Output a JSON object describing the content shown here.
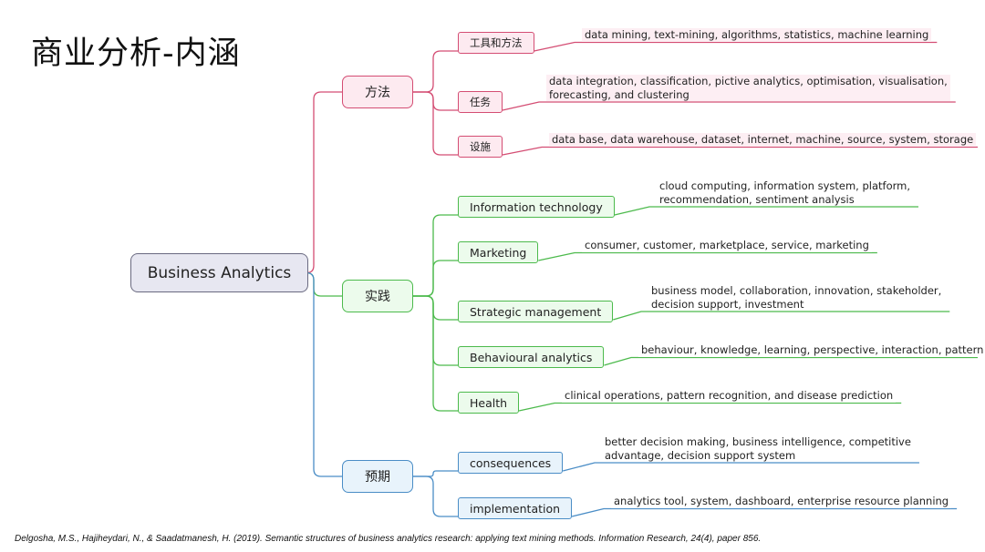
{
  "title": "商业分析-内涵",
  "root": "Business Analytics",
  "branches": [
    {
      "label": "方法",
      "color": "#d44d73",
      "items": [
        {
          "label": "工具和方法",
          "detail": [
            "data mining, text-mining, algorithms, statistics, machine learning"
          ]
        },
        {
          "label": "任务",
          "detail": [
            "data integration, classification, pictive analytics, optimisation, visualisation,",
            "forecasting, and clustering"
          ]
        },
        {
          "label": "设施",
          "detail": [
            "data base, data warehouse, dataset, internet, machine, source, system, storage"
          ]
        }
      ]
    },
    {
      "label": "实践",
      "color": "#4cba4c",
      "items": [
        {
          "label": "Information technology",
          "detail": [
            "cloud computing, information system, platform,",
            "recommendation, sentiment analysis"
          ]
        },
        {
          "label": "Marketing",
          "detail": [
            "consumer, customer, marketplace, service, marketing"
          ]
        },
        {
          "label": "Strategic management",
          "detail": [
            "business model, collaboration, innovation, stakeholder,",
            "decision support, investment"
          ]
        },
        {
          "label": "Behavioural analytics",
          "detail": [
            "behaviour, knowledge, learning, perspective, interaction, pattern"
          ]
        },
        {
          "label": "Health",
          "detail": [
            "clinical operations, pattern recognition, and disease prediction"
          ]
        }
      ]
    },
    {
      "label": "预期",
      "color": "#4a8dc6",
      "items": [
        {
          "label": "consequences",
          "detail": [
            "better decision making, business intelligence, competitive",
            "advantage, decision support system"
          ]
        },
        {
          "label": "implementation",
          "detail": [
            "analytics tool,  system, dashboard, enterprise resource planning"
          ]
        }
      ]
    }
  ],
  "citation": "Delgosha, M.S., Hajiheydari, N., & Saadatmanesh, H. (2019). Semantic structures of business analytics research: applying text mining methods. Information Research, 24(4), paper 856."
}
